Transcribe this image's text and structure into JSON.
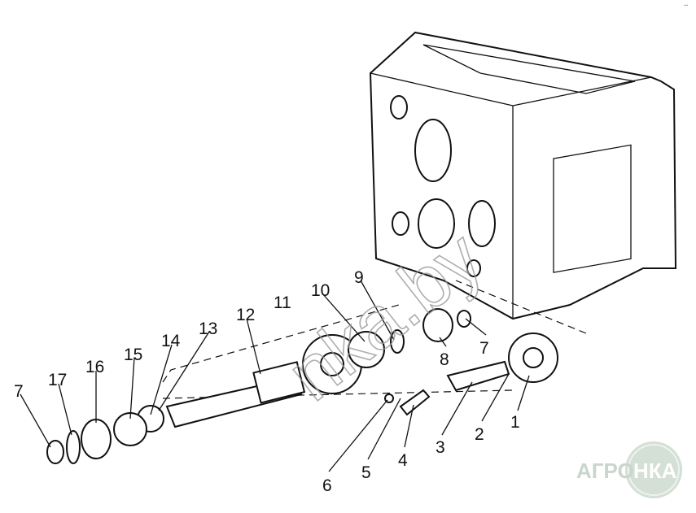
{
  "diagram": {
    "title": "Gearbox housing exploded view",
    "callouts": [
      "1",
      "2",
      "3",
      "4",
      "5",
      "6",
      "7",
      "8",
      "9",
      "10",
      "11",
      "12",
      "13",
      "14",
      "15",
      "16",
      "17",
      "7"
    ],
    "watermark": "nka.by",
    "logo": {
      "left": "АГРО",
      "right": "НКА"
    },
    "corner_mark": "▪▪▪"
  }
}
